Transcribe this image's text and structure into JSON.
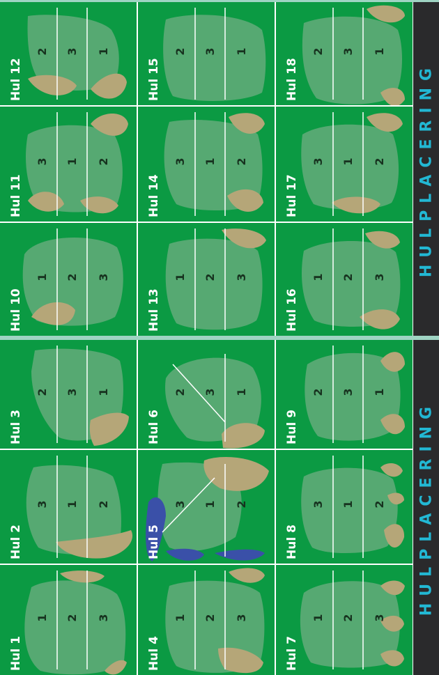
{
  "sidebars": [
    {
      "text": "HULPLACERING"
    },
    {
      "text": "HULPLACERING"
    }
  ],
  "colors": {
    "fairway": "#0b9a43",
    "green": "#56a972",
    "sand": "#b5a678",
    "water": "#3a50a8",
    "sidebar_bg": "#2a2a2c",
    "sidebar_text": "#22b8d4",
    "band": "#9fd4c3"
  },
  "holes": [
    {
      "label": "Hul 1",
      "numbers": [
        "1",
        "2",
        "3"
      ]
    },
    {
      "label": "Hul 2",
      "numbers": [
        "3",
        "1",
        "2"
      ]
    },
    {
      "label": "Hul 3",
      "numbers": [
        "2",
        "3",
        "1"
      ]
    },
    {
      "label": "Hul 4",
      "numbers": [
        "1",
        "2",
        "3"
      ]
    },
    {
      "label": "Hul 5",
      "numbers": [
        "3",
        "1",
        "2"
      ]
    },
    {
      "label": "Hul 6",
      "numbers": [
        "2",
        "3",
        "1"
      ]
    },
    {
      "label": "Hul 7",
      "numbers": [
        "1",
        "2",
        "3"
      ]
    },
    {
      "label": "Hul 8",
      "numbers": [
        "3",
        "1",
        "2"
      ]
    },
    {
      "label": "Hul 9",
      "numbers": [
        "2",
        "3",
        "1"
      ]
    },
    {
      "label": "Hul 10",
      "numbers": [
        "1",
        "2",
        "3"
      ]
    },
    {
      "label": "Hul 11",
      "numbers": [
        "3",
        "1",
        "2"
      ]
    },
    {
      "label": "Hul 12",
      "numbers": [
        "2",
        "3",
        "1"
      ]
    },
    {
      "label": "Hul 13",
      "numbers": [
        "1",
        "2",
        "3"
      ]
    },
    {
      "label": "Hul 14",
      "numbers": [
        "3",
        "1",
        "2"
      ]
    },
    {
      "label": "Hul 15",
      "numbers": [
        "2",
        "3",
        "1"
      ]
    },
    {
      "label": "Hul 16",
      "numbers": [
        "1",
        "2",
        "3"
      ]
    },
    {
      "label": "Hul 17",
      "numbers": [
        "3",
        "1",
        "2"
      ]
    },
    {
      "label": "Hul 18",
      "numbers": [
        "2",
        "3",
        "1"
      ]
    }
  ]
}
